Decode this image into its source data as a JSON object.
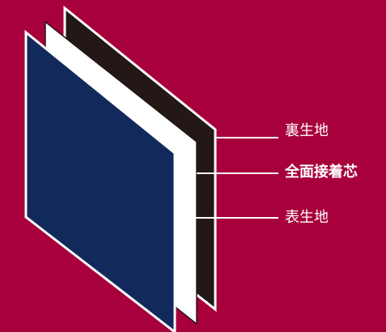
{
  "colors": {
    "background": "#a8003c",
    "outer_fabric": "#12295c",
    "interlining": "#ffffff",
    "back_fabric": "#231815",
    "outline": "#ffffff",
    "leader_lines": "#ffffff"
  },
  "layers": [
    {
      "label": "裏生地",
      "emphasis": false
    },
    {
      "label": "全面接着芯",
      "emphasis": true
    },
    {
      "label": "表生地",
      "emphasis": false
    }
  ]
}
